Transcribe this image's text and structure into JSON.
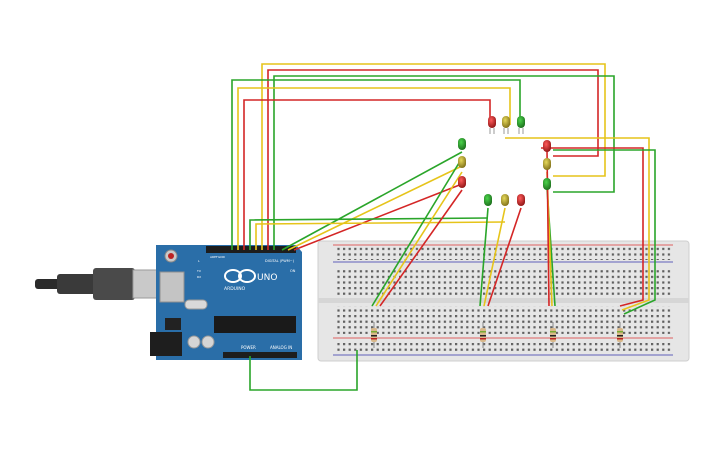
{
  "arduino": {
    "brand": "ARDUINO",
    "model": "UNO",
    "digital_label": "DIGITAL (PWM~)",
    "power_label": "POWER",
    "analog_label": "ANALOG IN",
    "tx_label": "TX",
    "rx_label": "RX",
    "l_label": "L",
    "on_label": "ON",
    "aref_label": "AREF",
    "gnd_label": "GND"
  },
  "colors": {
    "board": "#2b6fa8",
    "breadboard": "#e3e3e3",
    "wire_red": "#d42626",
    "wire_yellow": "#e6c41a",
    "wire_green": "#2aa52a",
    "led_red": "#a51b1b",
    "led_yellow": "#a89a2a",
    "led_green": "#2a8a2a"
  },
  "traffic_lights": [
    {
      "name": "light-top",
      "order": [
        "red",
        "yellow",
        "green"
      ]
    },
    {
      "name": "light-left",
      "order": [
        "green",
        "yellow",
        "red"
      ]
    },
    {
      "name": "light-bottom",
      "order": [
        "green",
        "yellow",
        "red"
      ]
    },
    {
      "name": "light-right",
      "order": [
        "red",
        "yellow",
        "green"
      ]
    }
  ],
  "resistor_count": 4
}
